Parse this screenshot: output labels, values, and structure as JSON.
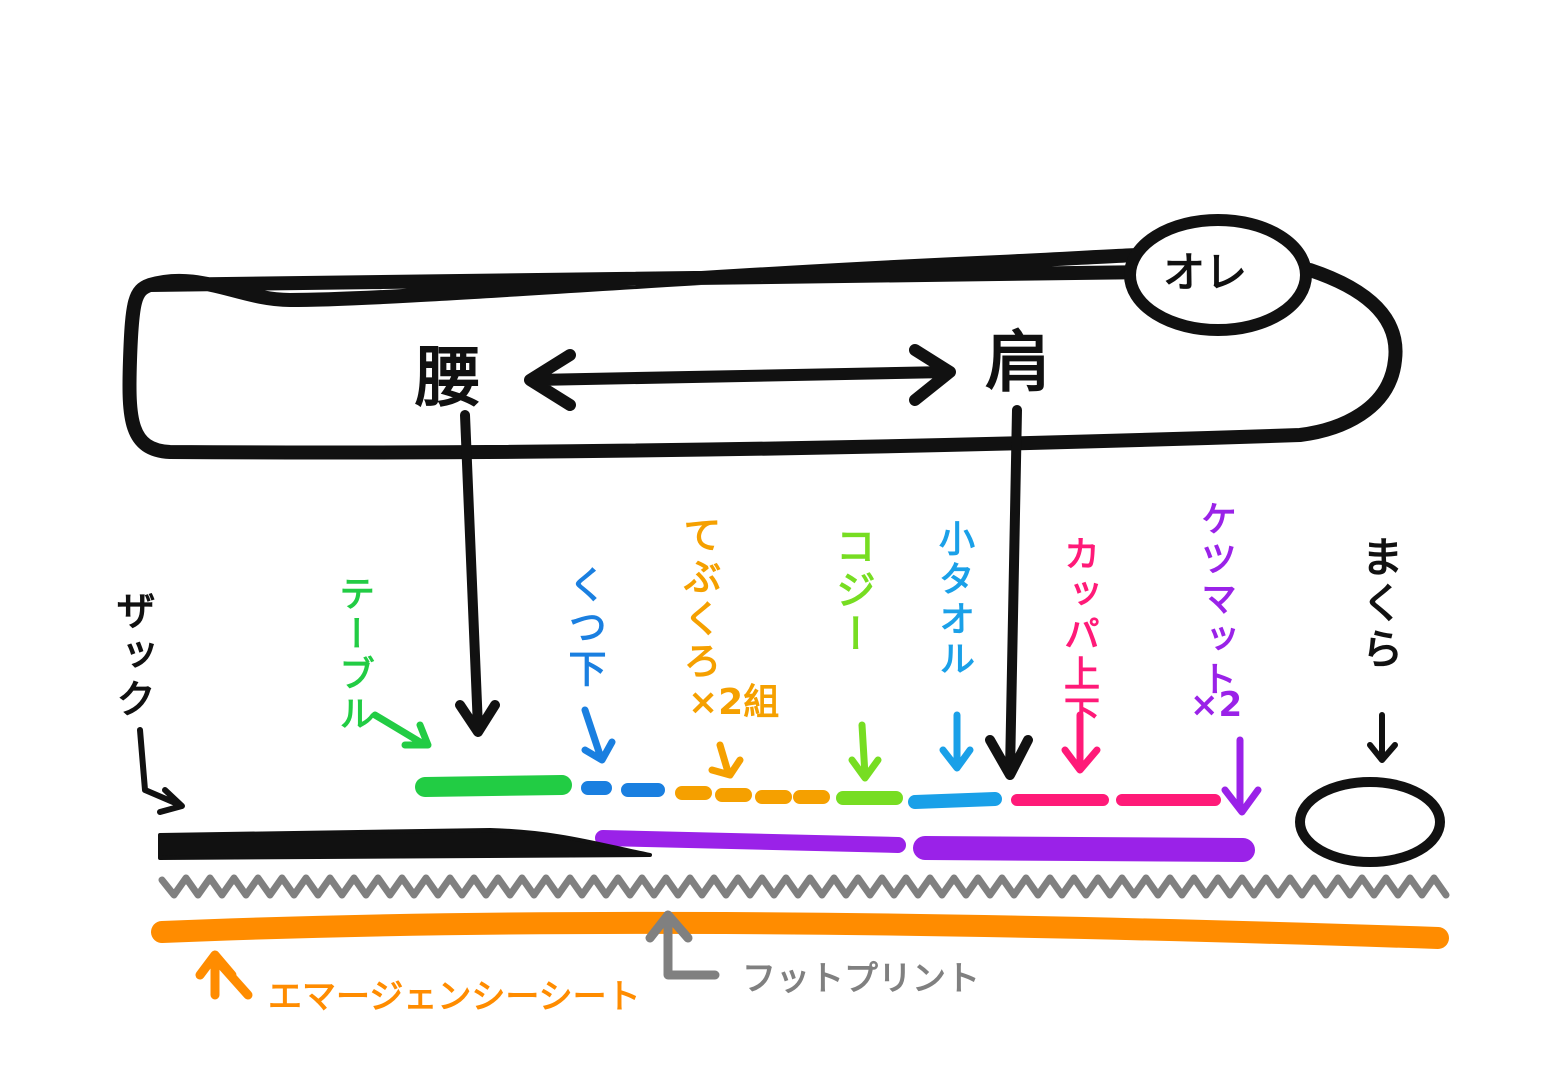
{
  "person": {
    "head": "オレ",
    "waist": "腰",
    "shoulder": "肩"
  },
  "items": {
    "sack": "ザック",
    "table": "テーブル",
    "socks": "くつ下",
    "gloves": "てぶくろ",
    "gloves_qty": "×2組",
    "cozy": "コジー",
    "small_towel": "小タオル",
    "rain_gear": "カッパ上下",
    "seat_mat": "ケツマット",
    "seat_mat_qty": "×2",
    "pillow": "まくら",
    "emergency_sheet": "エマージェンシーシート",
    "footprint": "フットプリント"
  },
  "colors": {
    "table": "#22cc44",
    "socks": "#1a7fe0",
    "gloves": "#f5a000",
    "cozy": "#77dd22",
    "small_towel": "#1aa0e8",
    "rain_gear": "#ff1a78",
    "seat_mat": "#9a22e8",
    "footprint": "#808080",
    "emergency_sheet": "#ff8c00",
    "ink": "#111111"
  }
}
